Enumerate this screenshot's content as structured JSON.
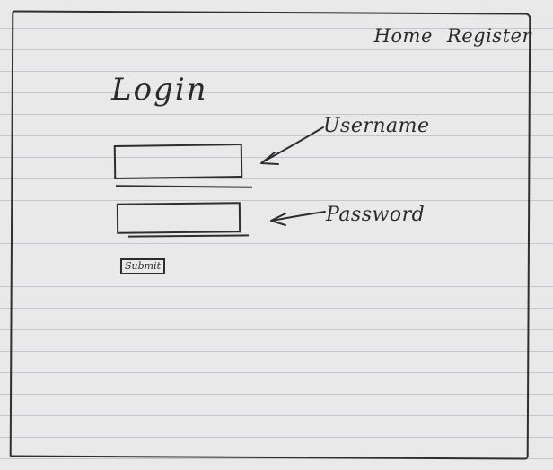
{
  "nav": {
    "home": "Home",
    "register": "Register"
  },
  "page": {
    "title": "Login"
  },
  "form": {
    "username": {
      "annotation": "Username",
      "value": ""
    },
    "password": {
      "annotation": "Password",
      "value": ""
    },
    "submit_label": "Submit"
  },
  "icons": [
    "arrow-left-icon",
    "arrow-left-icon"
  ],
  "colors": {
    "ink": "#2e2e2e",
    "paper": "#e9e9ea",
    "rule": "#c3c6cc"
  }
}
